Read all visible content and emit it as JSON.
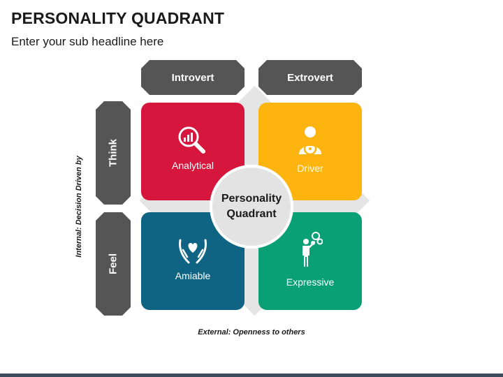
{
  "title": "PERSONALITY QUADRANT",
  "subtitle": "Enter your sub headline here",
  "columns": [
    "Introvert",
    "Extrovert"
  ],
  "rows": [
    "Think",
    "Feel"
  ],
  "center": {
    "line1": "Personality",
    "line2": "Quadrant"
  },
  "quadrants": [
    {
      "label": "Analytical",
      "icon": "magnifier-chart-icon",
      "color": "#d6163d"
    },
    {
      "label": "Driver",
      "icon": "driver-steering-icon",
      "color": "#fdb40f"
    },
    {
      "label": "Amiable",
      "icon": "heart-hands-icon",
      "color": "#0e6482"
    },
    {
      "label": "Expressive",
      "icon": "person-ideas-icon",
      "color": "#0aa076"
    }
  ],
  "axes": {
    "x": "External: Openness to others",
    "y": "Internal: Decision Driven by"
  },
  "colors": {
    "header": "#555555",
    "diamond": "#e5e5e5",
    "center": "#e3e3e3"
  }
}
